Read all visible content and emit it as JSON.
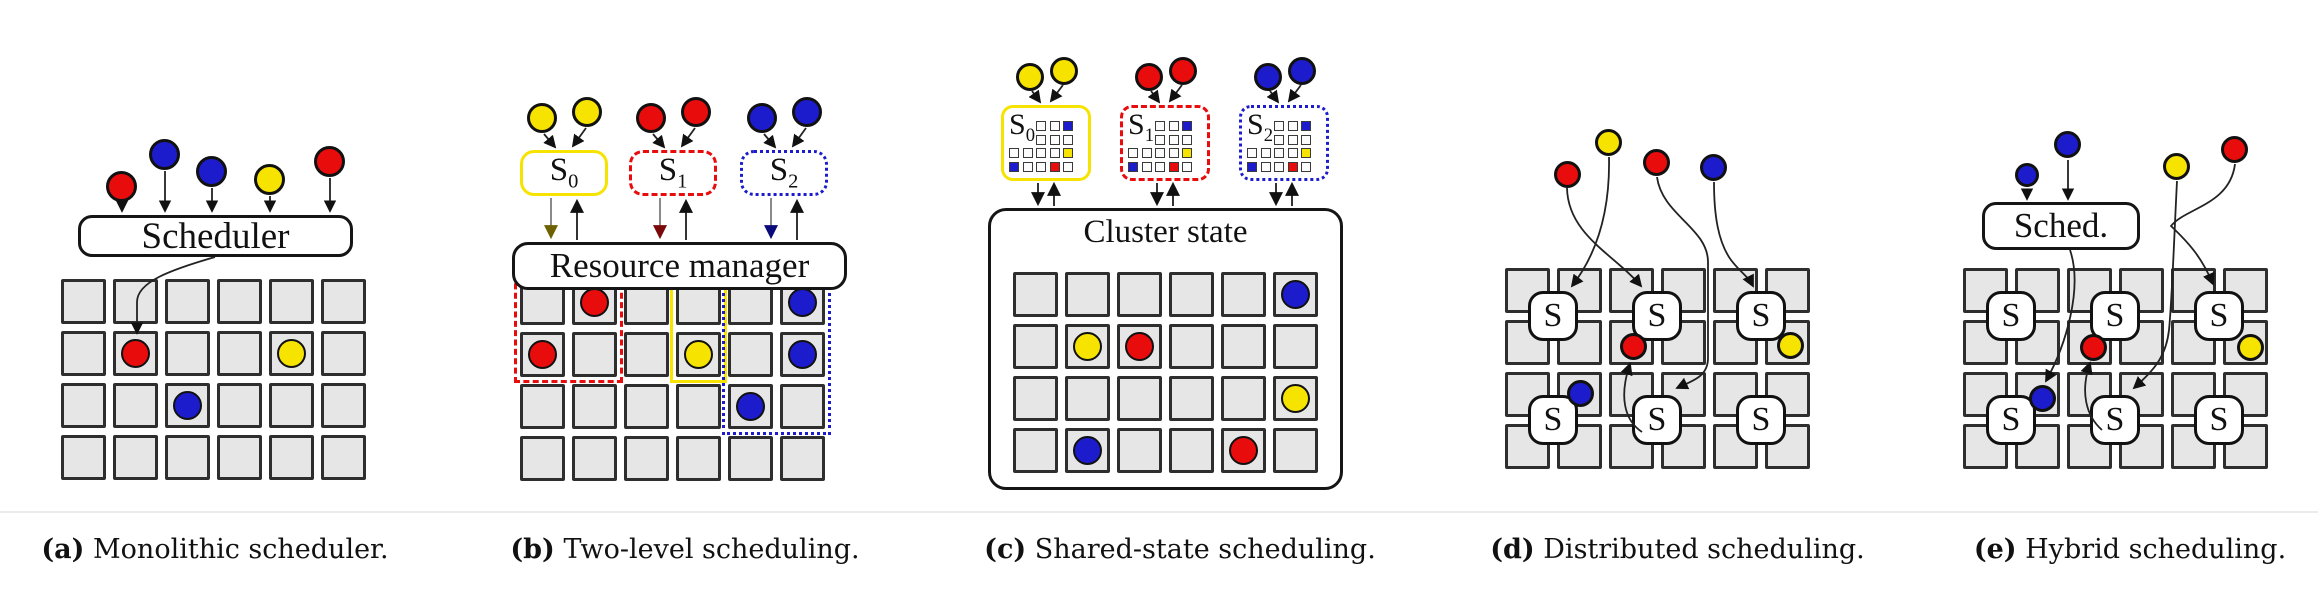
{
  "colors": {
    "red": "#e90c0c",
    "yellow": "#f6e300",
    "blue": "#1c1ccc",
    "cell_fill": "#e6e6e6",
    "cell_border": "#2e2e2e",
    "ink": "#111111",
    "down_head_yellow": "#6e6100",
    "down_head_red": "#7a0a0a",
    "down_head_blue": "#0a0a7a"
  },
  "panels": {
    "a": {
      "tag": "(a)",
      "caption": "Monolithic scheduler.",
      "scheduler_label": "Scheduler",
      "tasks": [
        "red",
        "blue",
        "blue",
        "yellow",
        "red"
      ],
      "grid": {
        "rows": 4,
        "cols": 6,
        "dots": [
          {
            "r": 2,
            "c": 2,
            "color": "red"
          },
          {
            "r": 2,
            "c": 5,
            "color": "yellow"
          },
          {
            "r": 3,
            "c": 3,
            "color": "blue"
          }
        ]
      }
    },
    "b": {
      "tag": "(b)",
      "caption": "Two-level scheduling.",
      "resource_manager_label": "Resource manager",
      "schedulers": [
        {
          "label": "S",
          "sub": "0",
          "color": "yellow"
        },
        {
          "label": "S",
          "sub": "1",
          "color": "red"
        },
        {
          "label": "S",
          "sub": "2",
          "color": "blue"
        }
      ],
      "tasks": {
        "s0": [
          "yellow",
          "yellow"
        ],
        "s1": [
          "red",
          "red"
        ],
        "s2": [
          "blue",
          "blue"
        ]
      },
      "grid": {
        "rows": 4,
        "cols": 6,
        "dots": [
          {
            "r": 1,
            "c": 2,
            "color": "red"
          },
          {
            "r": 2,
            "c": 1,
            "color": "red"
          },
          {
            "r": 2,
            "c": 4,
            "color": "yellow"
          },
          {
            "r": 1,
            "c": 6,
            "color": "blue"
          },
          {
            "r": 2,
            "c": 6,
            "color": "blue"
          },
          {
            "r": 3,
            "c": 5,
            "color": "blue"
          }
        ]
      }
    },
    "c": {
      "tag": "(c)",
      "caption": "Shared-state scheduling.",
      "cluster_state_label": "Cluster state",
      "schedulers": [
        {
          "label": "S",
          "sub": "0",
          "color": "yellow"
        },
        {
          "label": "S",
          "sub": "1",
          "color": "red"
        },
        {
          "label": "S",
          "sub": "2",
          "color": "blue"
        }
      ],
      "tasks": {
        "s0": [
          "yellow",
          "yellow"
        ],
        "s1": [
          "red",
          "red"
        ],
        "s2": [
          "blue",
          "blue"
        ]
      },
      "minigrid": {
        "rows": 4,
        "cols": 5,
        "mark_style": "cell",
        "hide": [
          {
            "r": 1,
            "c": 1
          },
          {
            "r": 1,
            "c": 2
          },
          {
            "r": 2,
            "c": 1
          },
          {
            "r": 2,
            "c": 2
          }
        ],
        "dots": [
          {
            "r": 1,
            "c": 5,
            "color": "blue"
          },
          {
            "r": 3,
            "c": 5,
            "color": "yellow"
          },
          {
            "r": 4,
            "c": 1,
            "color": "blue"
          },
          {
            "r": 4,
            "c": 4,
            "color": "red"
          }
        ]
      },
      "grid": {
        "rows": 4,
        "cols": 6,
        "dots": [
          {
            "r": 1,
            "c": 6,
            "color": "blue"
          },
          {
            "r": 2,
            "c": 2,
            "color": "yellow"
          },
          {
            "r": 2,
            "c": 3,
            "color": "red"
          },
          {
            "r": 3,
            "c": 6,
            "color": "yellow"
          },
          {
            "r": 4,
            "c": 2,
            "color": "blue"
          },
          {
            "r": 4,
            "c": 5,
            "color": "red"
          }
        ]
      }
    },
    "d": {
      "tag": "(d)",
      "caption": "Distributed scheduling.",
      "s_label": "S",
      "tasks": [
        "red",
        "yellow",
        "red",
        "blue"
      ],
      "placed": [
        "red",
        "yellow",
        "blue"
      ],
      "grid": {
        "rows": 4,
        "cols": 6,
        "dots": []
      }
    },
    "e": {
      "tag": "(e)",
      "caption": "Hybrid scheduling.",
      "sched_label": "Sched.",
      "s_label": "S",
      "tasks": [
        "blue",
        "blue",
        "yellow",
        "red"
      ],
      "placed": [
        "red",
        "yellow",
        "blue"
      ],
      "grid": {
        "rows": 4,
        "cols": 6,
        "dots": []
      }
    }
  }
}
